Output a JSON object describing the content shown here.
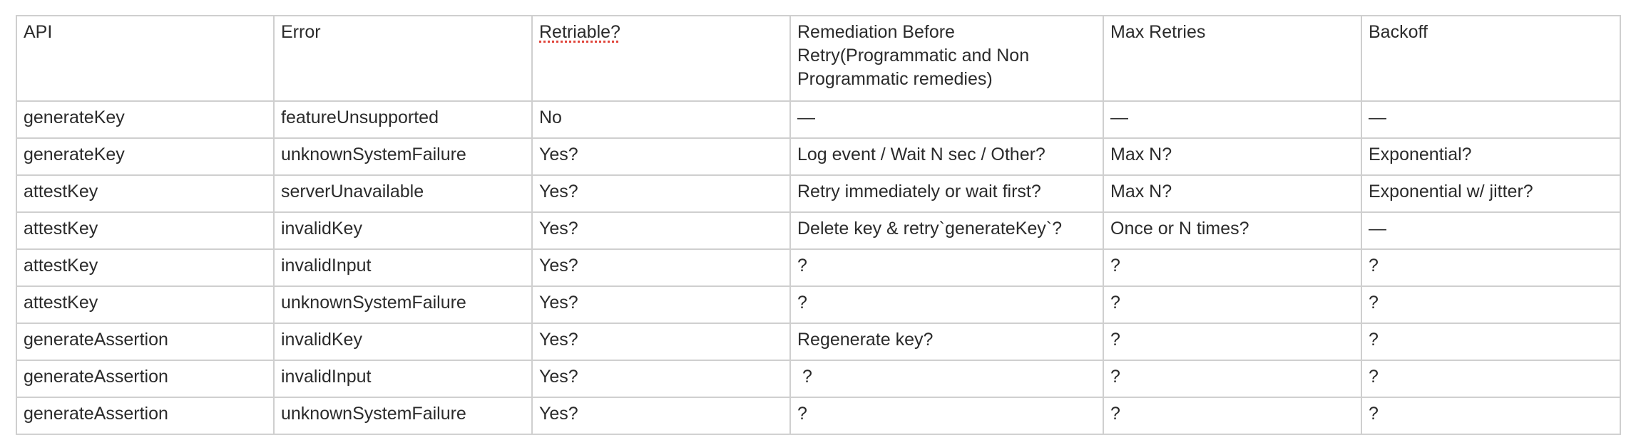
{
  "table": {
    "columns": [
      "API",
      "Error",
      "Retriable?",
      "Remediation Before Retry(Programmatic and Non Programmatic remedies)",
      "Max Retries",
      "Backoff"
    ],
    "rows": [
      [
        "generateKey",
        "featureUnsupported",
        "No",
        "—",
        "—",
        "—"
      ],
      [
        "generateKey",
        "unknownSystemFailure",
        "Yes?",
        "Log event / Wait N sec / Other?",
        "Max N?",
        "Exponential?"
      ],
      [
        "attestKey",
        "serverUnavailable",
        "Yes?",
        "Retry immediately or wait first?",
        "Max N?",
        "Exponential w/ jitter?"
      ],
      [
        "attestKey",
        "invalidKey",
        "Yes?",
        "Delete key & retry`generateKey`?",
        "Once or N times?",
        "—"
      ],
      [
        "attestKey",
        "invalidInput",
        "Yes?",
        "?",
        "?",
        "?"
      ],
      [
        "attestKey",
        "unknownSystemFailure",
        "Yes?",
        "?",
        "?",
        "?"
      ],
      [
        "generateAssertion",
        "invalidKey",
        "Yes?",
        "Regenerate key?",
        "?",
        "?"
      ],
      [
        "generateAssertion",
        "invalidInput",
        "Yes?",
        " ?",
        "?",
        "?"
      ],
      [
        "generateAssertion",
        "unknownSystemFailure",
        "Yes?",
        "?",
        "?",
        "?"
      ]
    ]
  }
}
